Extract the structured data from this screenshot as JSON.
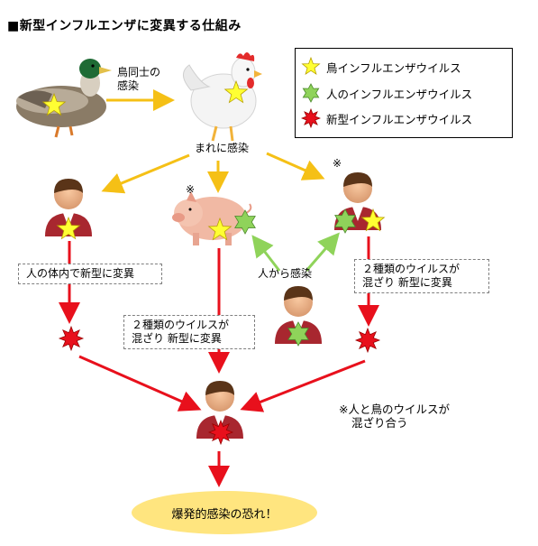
{
  "title": "■新型インフルエンザに変異する仕組み",
  "legend": {
    "items": [
      {
        "label": "鳥インフルエンザウイルス",
        "color": "#ffff33"
      },
      {
        "label": "人のインフルエンザウイルス",
        "color": "#8fd35a"
      },
      {
        "label": "新型インフルエンザウイルス",
        "color": "#e8101c"
      }
    ]
  },
  "labels": {
    "bird_to_bird_line1": "鳥同士の",
    "bird_to_bird_line2": "感染",
    "rare_infection": "まれに感染",
    "human_to_infection": "人から感染",
    "left_box": "人の体内で新型に変異",
    "middle_box_line1": "２種類のウイルスが",
    "middle_box_line2": "混ざり 新型に変異",
    "right_box_line1": "２種類のウイルスが",
    "right_box_line2": "混ざり 新型に変異",
    "note_line1": "※人と鳥のウイルスが",
    "note_line2": "混ざり合う",
    "pig_mark": "※",
    "human_mark": "※",
    "outcome": "爆発的感染の恐れ！"
  },
  "colors": {
    "yellow_arrow": "#f5c016",
    "green_arrow": "#8fd35a",
    "red_arrow": "#e8101c",
    "bird_virus": "#ffff33",
    "human_virus": "#8fd35a",
    "new_virus": "#e8101c"
  }
}
